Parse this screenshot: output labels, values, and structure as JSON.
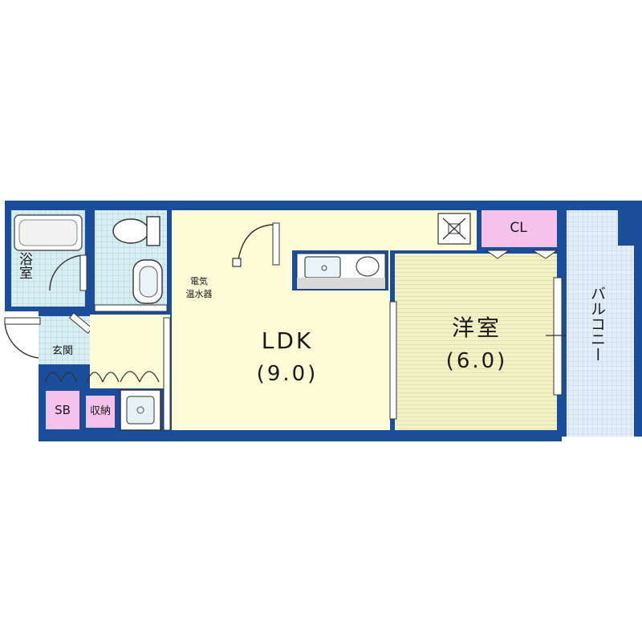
{
  "rooms": {
    "bath": "浴室",
    "entrance": "玄関",
    "water_heater_line1": "電気",
    "water_heater_line2": "温水器",
    "ldk_name": "LDK",
    "ldk_size": "(9.0)",
    "western_name": "洋室",
    "western_size": "(6.0)",
    "closet": "CL",
    "shoe_box": "SB",
    "storage": "収納",
    "balcony": "バルコニー"
  },
  "colors": {
    "wall": "#1a4e9a",
    "floor_yellow": "#fcfcd6",
    "wet_area": "#d6ecf2",
    "closet_pink": "#f4c2ec",
    "western_floor": "#f2f0c4",
    "balcony_grid": "#9ab8d8"
  }
}
